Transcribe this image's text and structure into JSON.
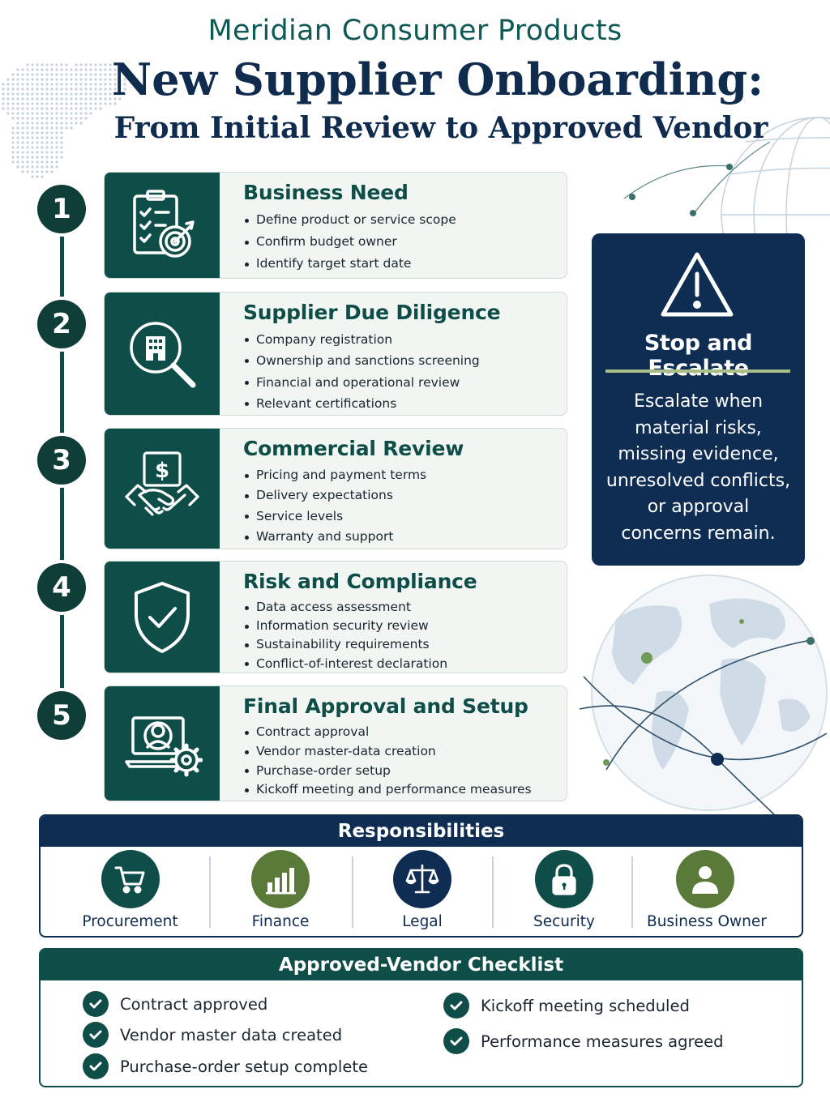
{
  "header": {
    "company": "Meridian Consumer Products",
    "title": "New Supplier Onboarding:",
    "subtitle": "From Initial Review to Approved Vendor"
  },
  "steps": [
    {
      "number": "1",
      "title": "Business Need",
      "icon": "clipboard-target-icon",
      "bullets": [
        "Define product or service scope",
        "Confirm budget owner",
        "Identify target start date"
      ]
    },
    {
      "number": "2",
      "title": "Supplier Due Diligence",
      "icon": "magnifier-building-icon",
      "bullets": [
        "Company registration",
        "Ownership and sanctions screening",
        "Financial and operational review",
        "Relevant certifications"
      ]
    },
    {
      "number": "3",
      "title": "Commercial Review",
      "icon": "handshake-dollar-icon",
      "bullets": [
        "Pricing and payment terms",
        "Delivery expectations",
        "Service levels",
        "Warranty and support"
      ]
    },
    {
      "number": "4",
      "title": "Risk and Compliance",
      "icon": "shield-check-icon",
      "bullets": [
        "Data access assessment",
        "Information security review",
        "Sustainability requirements",
        "Conflict-of-interest declaration"
      ]
    },
    {
      "number": "5",
      "title": "Final Approval and Setup",
      "icon": "laptop-user-gear-icon",
      "bullets": [
        "Contract approval",
        "Vendor master-data creation",
        "Purchase-order setup",
        "Kickoff meeting and performance measures"
      ]
    }
  ],
  "escalate": {
    "icon": "warning-triangle-icon",
    "title": "Stop and Escalate",
    "lines": [
      "Escalate when",
      "material risks,",
      "missing evidence,",
      "unresolved conflicts,",
      "or approval",
      "concerns remain."
    ]
  },
  "responsibilities": {
    "title": "Responsibilities",
    "items": [
      {
        "label": "Procurement",
        "icon": "shopping-cart-icon",
        "color": "#0f4d48"
      },
      {
        "label": "Finance",
        "icon": "bar-chart-icon",
        "color": "#5a7a3a"
      },
      {
        "label": "Legal",
        "icon": "scales-icon",
        "color": "#0f2d52"
      },
      {
        "label": "Security",
        "icon": "padlock-icon",
        "color": "#0f4d48"
      },
      {
        "label": "Business Owner",
        "icon": "person-icon",
        "color": "#5a7a3a"
      }
    ]
  },
  "checklist": {
    "title": "Approved-Vendor Checklist",
    "left": [
      "Contract approved",
      "Vendor master data created",
      "Purchase-order setup complete"
    ],
    "right": [
      "Kickoff meeting scheduled",
      "Performance measures agreed"
    ]
  },
  "colors": {
    "navy": "#0f2d52",
    "teal": "#0f4d48",
    "olive": "#5a7a3a",
    "sage": "#a9bf8a"
  }
}
